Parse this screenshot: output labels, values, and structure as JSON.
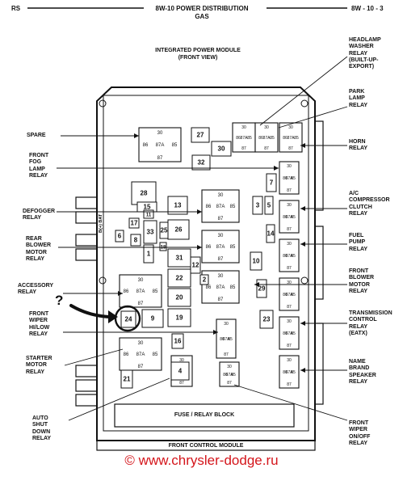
{
  "header": {
    "left": "RS",
    "center_line1": "8W-10 POWER DISTRIBUTION",
    "center_line2": "GAS",
    "right": "8W - 10 - 3"
  },
  "module_title": {
    "line1": "INTEGRATED POWER MODULE",
    "line2": "(FRONT VIEW)"
  },
  "left_labels": {
    "spare": "SPARE",
    "front_fog_1": "FRONT",
    "front_fog_2": "FOG",
    "front_fog_3": "LAMP",
    "front_fog_4": "RELAY",
    "defogger_1": "DEFOGGER",
    "defogger_2": "RELAY",
    "rear_blower_1": "REAR",
    "rear_blower_2": "BLOWER",
    "rear_blower_3": "MOTOR",
    "rear_blower_4": "RELAY",
    "accessory_1": "ACCESSORY",
    "accessory_2": "RELAY",
    "front_wiper_1": "FRONT",
    "front_wiper_2": "WIPER",
    "front_wiper_3": "HI/LOW",
    "front_wiper_4": "RELAY",
    "starter_1": "STARTER",
    "starter_2": "MOTOR",
    "starter_3": "RELAY",
    "asd_1": "AUTO",
    "asd_2": "SHUT",
    "asd_3": "DOWN",
    "asd_4": "RELAY"
  },
  "right_labels": {
    "headlamp_1": "HEADLAMP",
    "headlamp_2": "WASHER",
    "headlamp_3": "RELAY",
    "headlamp_4": "(BUILT-UP-",
    "headlamp_5": "EXPORT)",
    "park_1": "PARK",
    "park_2": "LAMP",
    "park_3": "RELAY",
    "horn_1": "HORN",
    "horn_2": "RELAY",
    "ac_1": "A/C",
    "ac_2": "COMPRESSOR",
    "ac_3": "CLUTCH",
    "ac_4": "RELAY",
    "fuel_1": "FUEL",
    "fuel_2": "PUMP",
    "fuel_3": "RELAY",
    "front_blower_1": "FRONT",
    "front_blower_2": "BLOWER",
    "front_blower_3": "MOTOR",
    "front_blower_4": "RELAY",
    "trans_1": "TRANSMISSION",
    "trans_2": "CONTROL",
    "trans_3": "RELAY",
    "trans_4": "(EATX)",
    "name_brand_1": "NAME",
    "name_brand_2": "BRAND",
    "name_brand_3": "SPEAKER",
    "name_brand_4": "RELAY",
    "wiper_onoff_1": "FRONT",
    "wiper_onoff_2": "WIPER",
    "wiper_onoff_3": "ON/OFF",
    "wiper_onoff_4": "RELAY"
  },
  "bottom": {
    "fuse_block": "FUSE / RELAY BLOCK",
    "front_control": "FRONT CONTROL MODULE"
  },
  "annotation": "?",
  "watermark": "© www.chrysler-dodge.ru",
  "colors": {
    "ink": "#111111",
    "watermark": "#d4151b",
    "background": "#ffffff"
  },
  "fuse_numbers": [
    "27",
    "30",
    "32",
    "28",
    "15",
    "13",
    "26",
    "25",
    "33",
    "31",
    "22",
    "20",
    "9",
    "19",
    "24",
    "21",
    "16",
    "4",
    "29",
    "23",
    "3",
    "5",
    "7",
    "14",
    "1",
    "10",
    "8",
    "12",
    "2",
    "6",
    "17",
    "11",
    "18"
  ],
  "pin_labels": {
    "a": "30",
    "b": "86",
    "c": "87A",
    "d": "85",
    "e": "87",
    "f": "86",
    "g": "87"
  },
  "bat_label": "B(+) BAT"
}
